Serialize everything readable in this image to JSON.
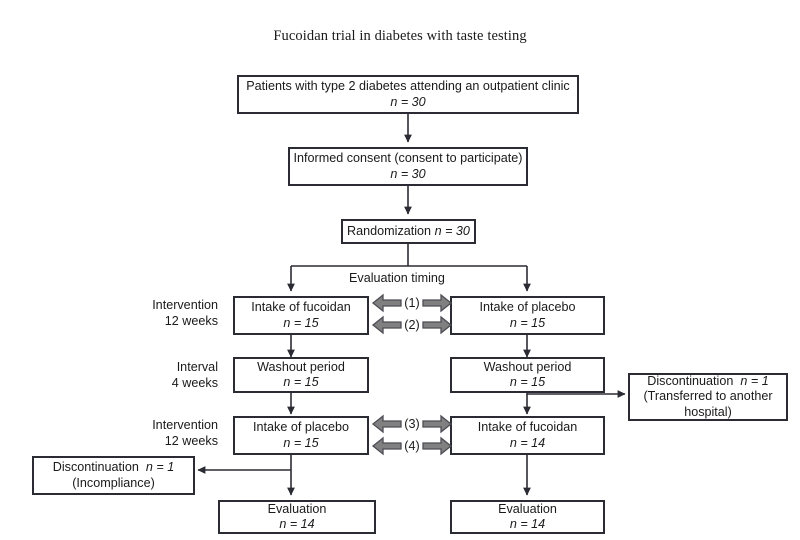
{
  "figure": {
    "title": "Fucoidan trial in diabetes with taste testing",
    "colors": {
      "box_border": "#2b2b33",
      "line": "#2b2b33",
      "gray_arrow_fill": "#808080",
      "gray_arrow_stroke": "#4d4d55",
      "background": "#ffffff"
    }
  },
  "nodes": {
    "enrollment": {
      "line1": "Patients with type 2 diabetes attending an outpatient clinic",
      "n": "n = 30"
    },
    "consent": {
      "line1": "Informed consent (consent to participate)",
      "n": "n = 30"
    },
    "randomization": {
      "line1": "Randomization",
      "n": "n = 30"
    },
    "period1_left": {
      "line1": "Intake of fucoidan",
      "n": "n = 15"
    },
    "period1_right": {
      "line1": "Intake of placebo",
      "n": "n = 15"
    },
    "washout_left": {
      "line1": "Washout period",
      "n": "n = 15"
    },
    "washout_right": {
      "line1": "Washout period",
      "n": "n = 15"
    },
    "period2_left": {
      "line1": "Intake of placebo",
      "n": "n = 15"
    },
    "period2_right": {
      "line1": "Intake of fucoidan",
      "n": "n = 14"
    },
    "discontinuation_right": {
      "line1": "Discontinuation",
      "n": "n = 1",
      "line2": "(Transferred to another",
      "line3": "hospital)"
    },
    "discontinuation_left": {
      "line1": "Discontinuation",
      "n": "n = 1",
      "line2": "(Incompliance)"
    },
    "evaluation_left": {
      "line1": "Evaluation",
      "n": "n = 14"
    },
    "evaluation_right": {
      "line1": "Evaluation",
      "n": "n = 14"
    }
  },
  "side_labels": {
    "intervention1": {
      "line1": "Intervention",
      "line2": "12 weeks"
    },
    "interval": {
      "line1": "Interval",
      "line2": "4 weeks"
    },
    "intervention2": {
      "line1": "Intervention",
      "line2": "12 weeks"
    }
  },
  "annotations": {
    "evaluation_timing": "Evaluation timing",
    "crossover_marks": [
      "(1)",
      "(2)",
      "(3)",
      "(4)"
    ]
  }
}
